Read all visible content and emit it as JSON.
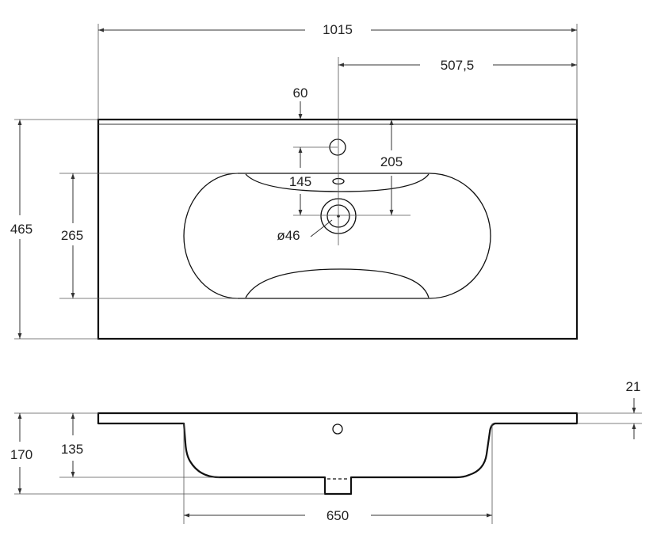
{
  "title": "",
  "top_view": {
    "overall_width": "1015",
    "half_width": "507,5",
    "tap_hole_offset": "60",
    "overflow_offset": "145",
    "drain_depth": "205",
    "drain_diameter": "ø46",
    "overall_depth": "465",
    "bowl_depth": "265"
  },
  "side_view": {
    "rim_thickness": "21",
    "overall_height": "170",
    "bowl_height": "135",
    "bowl_width": "650"
  }
}
